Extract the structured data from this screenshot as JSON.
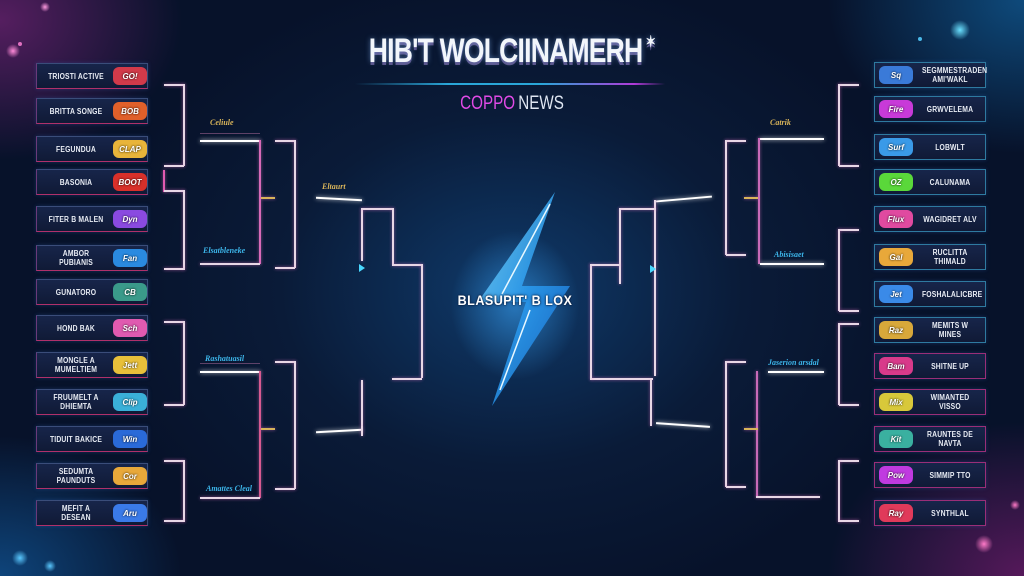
{
  "header": {
    "title": "HIB'T WOLCIINAMERH",
    "title_mark": "✶",
    "subtitle_accent": "COPPO",
    "subtitle_rest": "NEWS"
  },
  "center": {
    "label": "BLASUPIT' B LOX",
    "icon": "lightning-bolt-icon"
  },
  "left_bracket": {
    "entries": [
      {
        "name": "TRIOSTI ACTIVE",
        "logo_text": "GO!",
        "logo_color": "#d23a4a"
      },
      {
        "name": "BRITTA SONGE",
        "logo_text": "BOB",
        "logo_color": "#e0602a"
      },
      {
        "name": "FEGUNDUA",
        "logo_text": "CLAP",
        "logo_color": "#e8b43a"
      },
      {
        "name": "BASONIA",
        "logo_text": "BOOT",
        "logo_color": "#d8302a"
      },
      {
        "name": "FITER B MALEN",
        "logo_text": "Dyn",
        "logo_color": "#8a4ae0"
      },
      {
        "name": "AMBOR PUBIANIS",
        "logo_text": "Fan",
        "logo_color": "#2a8ae0"
      },
      {
        "name": "GUNATORO",
        "logo_text": "CB",
        "logo_color": "#3a9a8a"
      },
      {
        "name": "HOND BAK",
        "logo_text": "Sch",
        "logo_color": "#e05ab0"
      },
      {
        "name": "MONGLE A MUMELTIEM",
        "logo_text": "Jett",
        "logo_color": "#e8c03a"
      },
      {
        "name": "FRUUMELT A DHIEMTA",
        "logo_text": "Clip",
        "logo_color": "#3ab0d8"
      },
      {
        "name": "TIDUIT BAKICE",
        "logo_text": "Win",
        "logo_color": "#2a6ad8"
      },
      {
        "name": "SEDUMTA PAUNDUTS",
        "logo_text": "Cor",
        "logo_color": "#e8a83a"
      },
      {
        "name": "MEFIT A DESEAN",
        "logo_text": "Aru",
        "logo_color": "#3a7ae8"
      }
    ],
    "round_labels": [
      {
        "text": "Celiule",
        "color": "gold"
      },
      {
        "text": "Elsatbleneke",
        "color": "cyan"
      },
      {
        "text": "Eltaurt",
        "color": "gold"
      },
      {
        "text": "Rashatuasil",
        "color": "cyan"
      },
      {
        "text": "Amattes Cleal",
        "color": "cyan"
      }
    ]
  },
  "right_bracket": {
    "entries": [
      {
        "name": "SEGMMESTRADEN AMI'WAKL",
        "logo_text": "Sq",
        "logo_color": "#3a7ad8"
      },
      {
        "name": "GRWVELEMA",
        "logo_text": "Fire",
        "logo_color": "#c83ad8"
      },
      {
        "name": "LOBWLT",
        "logo_text": "Surf",
        "logo_color": "#3a9ae8"
      },
      {
        "name": "CALUNAMA",
        "logo_text": "OZ",
        "logo_color": "#5ad83a"
      },
      {
        "name": "WAGIDRET ALV",
        "logo_text": "Flux",
        "logo_color": "#e04aa0"
      },
      {
        "name": "RUCLITTA THIMALD",
        "logo_text": "Gal",
        "logo_color": "#e8a83a"
      },
      {
        "name": "FOSHALALICBRE",
        "logo_text": "Jet",
        "logo_color": "#3a8ae8"
      },
      {
        "name": "MEMITS W MINES",
        "logo_text": "Raz",
        "logo_color": "#d8a83a"
      },
      {
        "name": "SHITNE UP",
        "logo_text": "Bam",
        "logo_color": "#d83a8a"
      },
      {
        "name": "WIMANTED VISSO",
        "logo_text": "Mix",
        "logo_color": "#d8c83a"
      },
      {
        "name": "RAUNTES DE NAVTA",
        "logo_text": "Kit",
        "logo_color": "#3ab0a0"
      },
      {
        "name": "SIMMIP TTO",
        "logo_text": "Pow",
        "logo_color": "#c03ae0"
      },
      {
        "name": "SYNTHLAL",
        "logo_text": "Ray",
        "logo_color": "#e03a5a"
      }
    ],
    "round_labels": [
      {
        "text": "Catrik",
        "color": "gold"
      },
      {
        "text": "Abisisaet",
        "color": "cyan"
      },
      {
        "text": "Jaserion arsdal",
        "color": "cyan"
      }
    ]
  },
  "colors": {
    "background": "#0a1b38",
    "line": "#e8d7e6",
    "accent_pink": "#e04ae6",
    "accent_cyan": "#2aa6d8",
    "gold_label": "#d8b45a"
  }
}
